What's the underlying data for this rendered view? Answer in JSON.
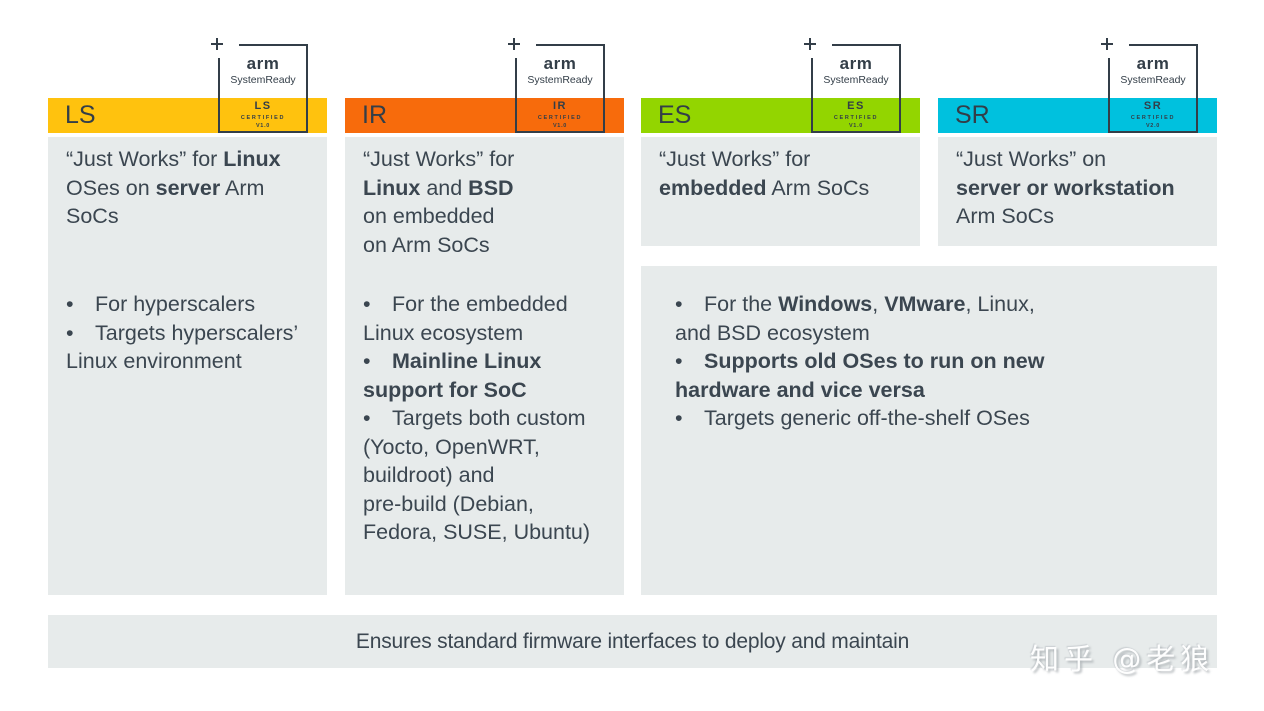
{
  "canvas": {
    "background": "#FFFFFF",
    "panel_bg": "#E7EBEB",
    "text_color": "#3B4650",
    "frame_color": "#333E48"
  },
  "badge": {
    "brand": "arm",
    "product": "SystemReady",
    "certified": "CERTIFIED",
    "plus_icon": "plus-crosshair"
  },
  "columns": [
    {
      "code": "LS",
      "color": "#FFC20E",
      "version": "V1.0",
      "description": [
        [
          {
            "t": "“Just Works” for "
          },
          {
            "t": "Linux",
            "b": true
          }
        ],
        [
          {
            "t": "OSes on "
          },
          {
            "t": "server",
            "b": true
          },
          {
            "t": " Arm"
          }
        ],
        [
          {
            "t": "SoCs"
          }
        ]
      ],
      "bullets": [
        [
          [
            {
              "t": "For hyperscalers"
            }
          ]
        ],
        [
          [
            {
              "t": "Targets hyperscalers’"
            }
          ],
          [
            {
              "t": "Linux environment"
            }
          ]
        ]
      ]
    },
    {
      "code": "IR",
      "color": "#F76B0C",
      "version": "V1.0",
      "description": [
        [
          {
            "t": "“Just Works” for"
          }
        ],
        [
          {
            "t": "Linux",
            "b": true
          },
          {
            "t": " and "
          },
          {
            "t": "BSD",
            "b": true
          }
        ],
        [
          {
            "t": "on embedded"
          }
        ],
        [
          {
            "t": "on Arm SoCs"
          }
        ]
      ],
      "bullets": [
        [
          [
            {
              "t": "For the embedded"
            }
          ],
          [
            {
              "t": "Linux ecosystem"
            }
          ]
        ],
        [
          [
            {
              "t": "Mainline Linux",
              "b": true
            }
          ],
          [
            {
              "t": "support for SoC",
              "b": true
            }
          ]
        ],
        [
          [
            {
              "t": "Targets both custom"
            }
          ],
          [
            {
              "t": "(Yocto, OpenWRT,"
            }
          ],
          [
            {
              "t": "buildroot) and"
            }
          ],
          [
            {
              "t": "pre-build (Debian,"
            }
          ],
          [
            {
              "t": "Fedora, SUSE, Ubuntu)"
            }
          ]
        ]
      ]
    },
    {
      "code": "ES",
      "color": "#93D500",
      "version": "V1.0",
      "description": [
        [
          {
            "t": "“Just Works” for"
          }
        ],
        [
          {
            "t": "embedded",
            "b": true
          },
          {
            "t": " Arm SoCs"
          }
        ]
      ],
      "bullets": []
    },
    {
      "code": "SR",
      "color": "#00C1DE",
      "version": "V2.0",
      "description": [
        [
          {
            "t": "“Just Works” on"
          }
        ],
        [
          {
            "t": "server or workstation",
            "b": true
          }
        ],
        [
          {
            "t": "Arm SoCs"
          }
        ]
      ],
      "bullets": []
    }
  ],
  "shared_bullets": [
    [
      [
        {
          "t": "For the "
        },
        {
          "t": "Windows",
          "b": true
        },
        {
          "t": ", "
        },
        {
          "t": "VMware",
          "b": true
        },
        {
          "t": ", Linux,"
        }
      ],
      [
        {
          "t": "and BSD ecosystem"
        }
      ]
    ],
    [
      [
        {
          "t": "Supports old OSes to run on new",
          "b": true
        }
      ],
      [
        {
          "t": "hardware and vice versa",
          "b": true
        }
      ]
    ],
    [
      [
        {
          "t": "Targets generic off-the-shelf OSes"
        }
      ]
    ]
  ],
  "banner": {
    "text": "Ensures standard firmware interfaces to deploy and maintain"
  },
  "watermark": {
    "text": "知乎 @老狼"
  }
}
